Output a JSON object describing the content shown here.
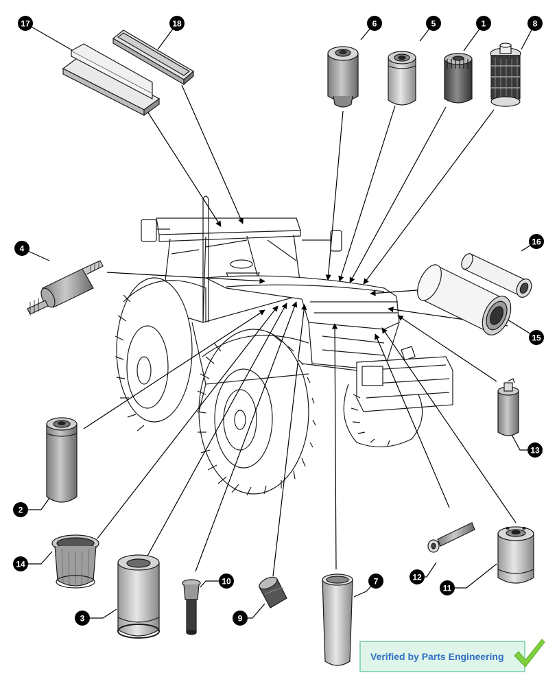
{
  "badge": {
    "text": "Verified by Parts Engineering",
    "text_color": "#2f6fc4",
    "background": "#dff5ea",
    "check_color": "#7fd13b"
  },
  "callouts": [
    "17",
    "18",
    "6",
    "5",
    "1",
    "8",
    "4",
    "16",
    "15",
    "13",
    "2",
    "14",
    "3",
    "10",
    "9",
    "7",
    "12",
    "11"
  ],
  "parts": [
    {
      "id": "17",
      "icon": "cabin-air-filter-panel-icon"
    },
    {
      "id": "18",
      "icon": "slim-panel-filter-icon"
    },
    {
      "id": "6",
      "icon": "spin-on-fuel-filter-icon"
    },
    {
      "id": "5",
      "icon": "spin-on-oil-filter-icon"
    },
    {
      "id": "1",
      "icon": "dark-spin-on-filter-icon"
    },
    {
      "id": "8",
      "icon": "mesh-cartridge-filter-icon"
    },
    {
      "id": "4",
      "icon": "inline-fuel-filter-icon"
    },
    {
      "id": "16",
      "icon": "inner-air-filter-icon"
    },
    {
      "id": "15",
      "icon": "outer-air-filter-icon"
    },
    {
      "id": "13",
      "icon": "receiver-drier-icon"
    },
    {
      "id": "2",
      "icon": "tall-hydraulic-filter-icon"
    },
    {
      "id": "14",
      "icon": "strainer-screen-icon"
    },
    {
      "id": "3",
      "icon": "hydraulic-cartridge-icon"
    },
    {
      "id": "10",
      "icon": "suction-strainer-icon"
    },
    {
      "id": "9",
      "icon": "breather-filter-icon"
    },
    {
      "id": "7",
      "icon": "tube-filter-element-icon"
    },
    {
      "id": "12",
      "icon": "dipstick-filter-icon"
    },
    {
      "id": "11",
      "icon": "transmission-filter-icon"
    }
  ]
}
